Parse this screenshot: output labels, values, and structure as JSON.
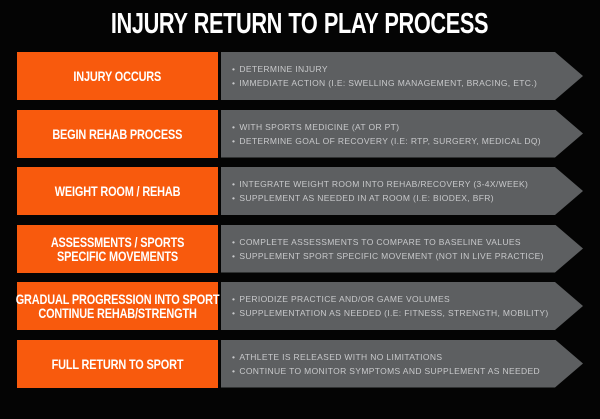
{
  "title": "INJURY RETURN TO PLAY PROCESS",
  "bullet_char": "•",
  "colors": {
    "background": "#040404",
    "accent_orange": "#F85A0D",
    "panel_gray": "#5D5F61",
    "label_text": "#FFFFFF",
    "bullet_text": "#C8C9CB"
  },
  "steps": [
    {
      "label": "INJURY OCCURS",
      "bullets": [
        "DETERMINE INJURY",
        "IMMEDIATE ACTION (I.E: SWELLING MANAGEMENT, BRACING, ETC.)"
      ]
    },
    {
      "label": "BEGIN REHAB PROCESS",
      "bullets": [
        "WITH SPORTS MEDICINE (AT OR PT)",
        "DETERMINE GOAL OF RECOVERY (I.E: RTP, SURGERY, MEDICAL DQ)"
      ]
    },
    {
      "label": "WEIGHT ROOM / REHAB",
      "bullets": [
        "INTEGRATE WEIGHT ROOM INTO REHAB/RECOVERY (3-4X/WEEK)",
        "SUPPLEMENT AS NEEDED IN AT ROOM (I.E: BIODEX, BFR)"
      ]
    },
    {
      "label": "ASSESSMENTS / SPORTS\nSPECIFIC MOVEMENTS",
      "bullets": [
        "COMPLETE ASSESSMENTS TO COMPARE TO BASELINE VALUES",
        "SUPPLEMENT SPORT SPECIFIC MOVEMENT (NOT IN LIVE PRACTICE)"
      ]
    },
    {
      "label": "GRADUAL PROGRESSION INTO SPORT\nCONTINUE REHAB/STRENGTH",
      "bullets": [
        "PERIODIZE PRACTICE AND/OR GAME VOLUMES",
        "SUPPLEMENTATION AS NEEDED (I.E: FITNESS, STRENGTH, MOBILITY)"
      ]
    },
    {
      "label": "FULL RETURN TO SPORT",
      "bullets": [
        "ATHLETE IS RELEASED WITH NO LIMITATIONS",
        "CONTINUE TO MONITOR SYMPTOMS AND SUPPLEMENT AS NEEDED"
      ]
    }
  ]
}
